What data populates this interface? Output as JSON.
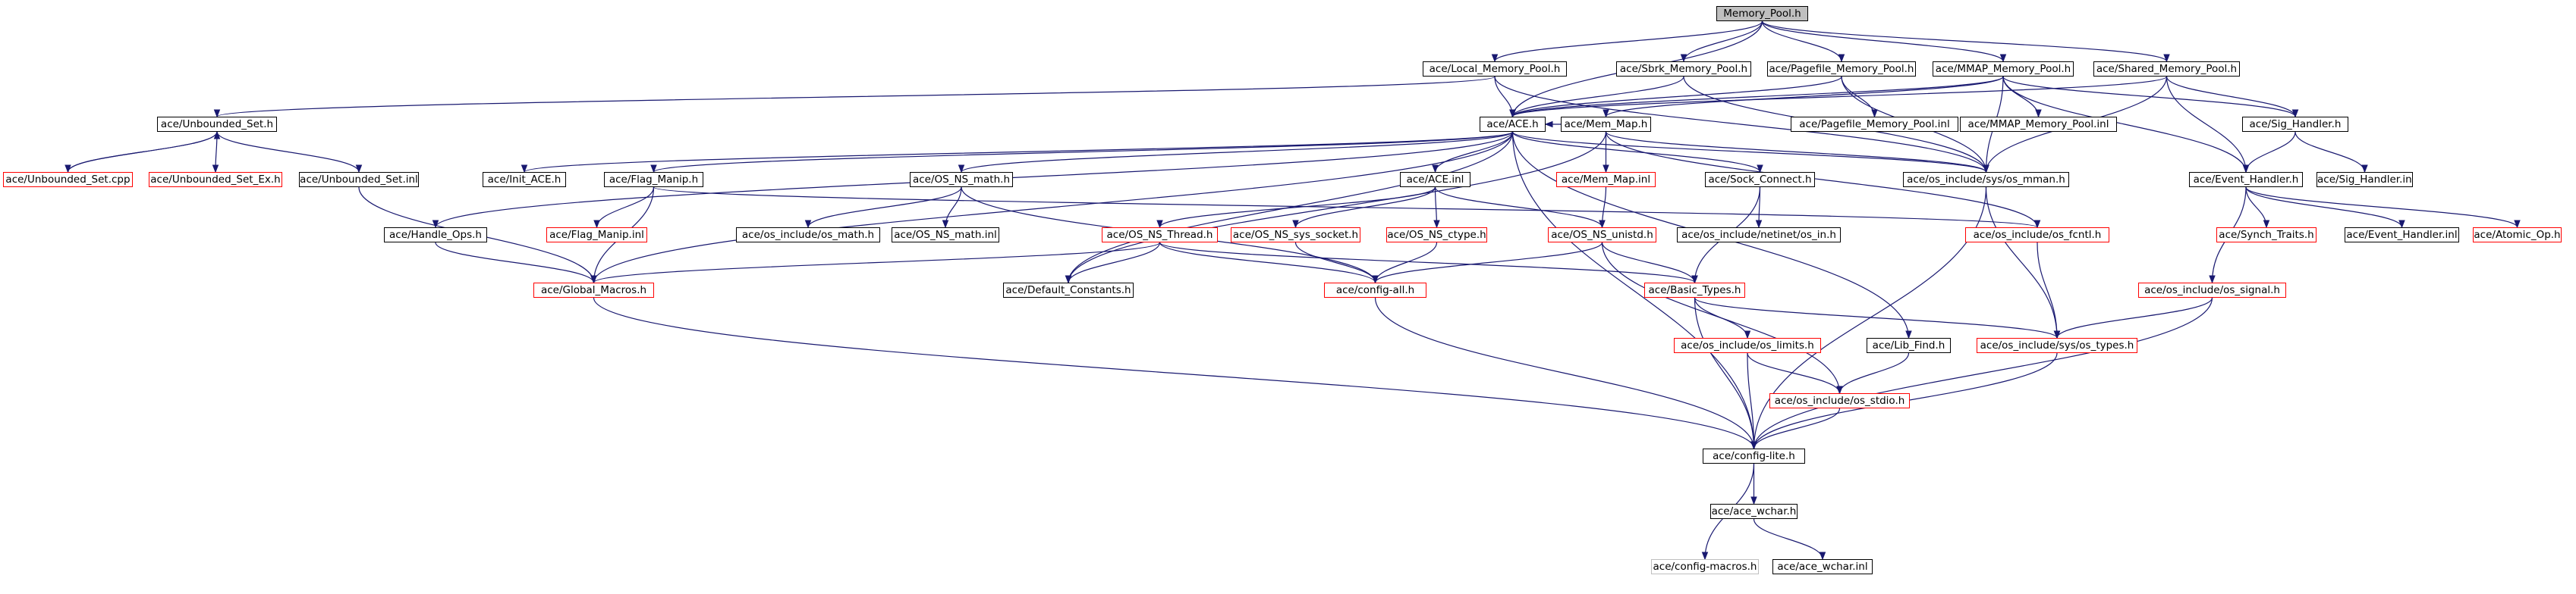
{
  "graph": {
    "root": "Memory_Pool.h",
    "node_colors": {
      "normal": "#000000",
      "red": "#ff0000",
      "gray": "#bfbfbf",
      "root_fill": "#bfbfbf",
      "edge": "#191970"
    },
    "nodes": [
      {
        "id": "memory_pool_h",
        "label": "Memory_Pool.h",
        "style": "root"
      },
      {
        "id": "local_memory_pool_h",
        "label": "ace/Local_Memory_Pool.h",
        "style": "normal"
      },
      {
        "id": "sbrk_memory_pool_h",
        "label": "ace/Sbrk_Memory_Pool.h",
        "style": "normal"
      },
      {
        "id": "pagefile_memory_pool_h",
        "label": "ace/Pagefile_Memory_Pool.h",
        "style": "normal"
      },
      {
        "id": "mmap_memory_pool_h",
        "label": "ace/MMAP_Memory_Pool.h",
        "style": "normal"
      },
      {
        "id": "shared_memory_pool_h",
        "label": "ace/Shared_Memory_Pool.h",
        "style": "normal"
      },
      {
        "id": "unbounded_set_h",
        "label": "ace/Unbounded_Set.h",
        "style": "normal"
      },
      {
        "id": "ace_h",
        "label": "ace/ACE.h",
        "style": "normal"
      },
      {
        "id": "mem_map_h",
        "label": "ace/Mem_Map.h",
        "style": "normal"
      },
      {
        "id": "pagefile_memory_pool_inl",
        "label": "ace/Pagefile_Memory_Pool.inl",
        "style": "normal"
      },
      {
        "id": "mmap_memory_pool_inl",
        "label": "ace/MMAP_Memory_Pool.inl",
        "style": "normal"
      },
      {
        "id": "sig_handler_h",
        "label": "ace/Sig_Handler.h",
        "style": "normal"
      },
      {
        "id": "unbounded_set_cpp",
        "label": "ace/Unbounded_Set.cpp",
        "style": "red"
      },
      {
        "id": "unbounded_set_ex_h",
        "label": "ace/Unbounded_Set_Ex.h",
        "style": "red"
      },
      {
        "id": "unbounded_set_inl",
        "label": "ace/Unbounded_Set.inl",
        "style": "normal"
      },
      {
        "id": "init_ace_h",
        "label": "ace/Init_ACE.h",
        "style": "normal"
      },
      {
        "id": "flag_manip_h",
        "label": "ace/Flag_Manip.h",
        "style": "normal"
      },
      {
        "id": "os_ns_math_h",
        "label": "ace/OS_NS_math.h",
        "style": "normal"
      },
      {
        "id": "ace_inl",
        "label": "ace/ACE.inl",
        "style": "normal"
      },
      {
        "id": "mem_map_inl",
        "label": "ace/Mem_Map.inl",
        "style": "red"
      },
      {
        "id": "sock_connect_h",
        "label": "ace/Sock_Connect.h",
        "style": "normal"
      },
      {
        "id": "os_mman_h",
        "label": "ace/os_include/sys/os_mman.h",
        "style": "normal"
      },
      {
        "id": "event_handler_h",
        "label": "ace/Event_Handler.h",
        "style": "normal"
      },
      {
        "id": "sig_handler_inl",
        "label": "ace/Sig_Handler.inl",
        "style": "normal"
      },
      {
        "id": "handle_ops_h",
        "label": "ace/Handle_Ops.h",
        "style": "normal"
      },
      {
        "id": "flag_manip_inl",
        "label": "ace/Flag_Manip.inl",
        "style": "red"
      },
      {
        "id": "os_math_h",
        "label": "ace/os_include/os_math.h",
        "style": "normal"
      },
      {
        "id": "os_ns_math_inl",
        "label": "ace/OS_NS_math.inl",
        "style": "normal"
      },
      {
        "id": "os_ns_thread_h",
        "label": "ace/OS_NS_Thread.h",
        "style": "red"
      },
      {
        "id": "os_ns_sys_socket_h",
        "label": "ace/OS_NS_sys_socket.h",
        "style": "red"
      },
      {
        "id": "os_ns_ctype_h",
        "label": "ace/OS_NS_ctype.h",
        "style": "red"
      },
      {
        "id": "os_ns_unistd_h",
        "label": "ace/OS_NS_unistd.h",
        "style": "red"
      },
      {
        "id": "os_in_h",
        "label": "ace/os_include/netinet/os_in.h",
        "style": "normal"
      },
      {
        "id": "os_fcntl_h",
        "label": "ace/os_include/os_fcntl.h",
        "style": "red"
      },
      {
        "id": "synch_traits_h",
        "label": "ace/Synch_Traits.h",
        "style": "red"
      },
      {
        "id": "event_handler_inl",
        "label": "ace/Event_Handler.inl",
        "style": "normal"
      },
      {
        "id": "atomic_op_h",
        "label": "ace/Atomic_Op.h",
        "style": "red"
      },
      {
        "id": "global_macros_h",
        "label": "ace/Global_Macros.h",
        "style": "red"
      },
      {
        "id": "default_constants_h",
        "label": "ace/Default_Constants.h",
        "style": "normal"
      },
      {
        "id": "config_all_h",
        "label": "ace/config-all.h",
        "style": "red"
      },
      {
        "id": "basic_types_h",
        "label": "ace/Basic_Types.h",
        "style": "red"
      },
      {
        "id": "os_signal_h",
        "label": "ace/os_include/os_signal.h",
        "style": "red"
      },
      {
        "id": "os_limits_h",
        "label": "ace/os_include/os_limits.h",
        "style": "red"
      },
      {
        "id": "lib_find_h",
        "label": "ace/Lib_Find.h",
        "style": "normal"
      },
      {
        "id": "os_types_h",
        "label": "ace/os_include/sys/os_types.h",
        "style": "red"
      },
      {
        "id": "os_stdio_h",
        "label": "ace/os_include/os_stdio.h",
        "style": "red"
      },
      {
        "id": "config_lite_h",
        "label": "ace/config-lite.h",
        "style": "normal"
      },
      {
        "id": "ace_wchar_h",
        "label": "ace/ace_wchar.h",
        "style": "normal"
      },
      {
        "id": "config_macros_h",
        "label": "ace/config-macros.h",
        "style": "gray"
      },
      {
        "id": "ace_wchar_inl",
        "label": "ace/ace_wchar.inl",
        "style": "normal"
      }
    ]
  }
}
